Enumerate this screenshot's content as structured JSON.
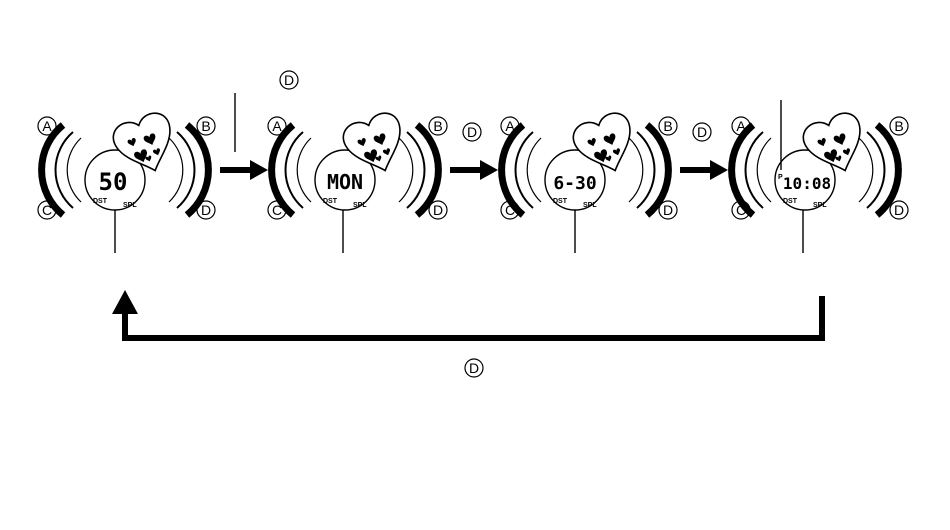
{
  "colors": {
    "ink": "#000000",
    "paper": "#ffffff"
  },
  "icons": {
    "flow_arrow": "right-arrow-icon",
    "return_arrow": "return-arrow-icon",
    "heart_badge": "heart-icon"
  },
  "watches": [
    {
      "display": "50",
      "buttons": [
        "A",
        "B",
        "C",
        "D"
      ],
      "labels": [
        "DST",
        "SPL"
      ],
      "pm": ""
    },
    {
      "display": "MON",
      "buttons": [
        "A",
        "B",
        "C",
        "D"
      ],
      "labels": [
        "DST",
        "SPL"
      ],
      "pm": ""
    },
    {
      "display": "6-30",
      "buttons": [
        "A",
        "B",
        "C",
        "D"
      ],
      "labels": [
        "DST",
        "SPL"
      ],
      "pm": ""
    },
    {
      "display": "10:08",
      "buttons": [
        "A",
        "B",
        "C",
        "D"
      ],
      "labels": [
        "DST",
        "SPL"
      ],
      "pm": "P"
    }
  ],
  "press_labels": {
    "top": "D",
    "arrow_1": "D",
    "arrow_2": "D",
    "bottom": "D"
  }
}
